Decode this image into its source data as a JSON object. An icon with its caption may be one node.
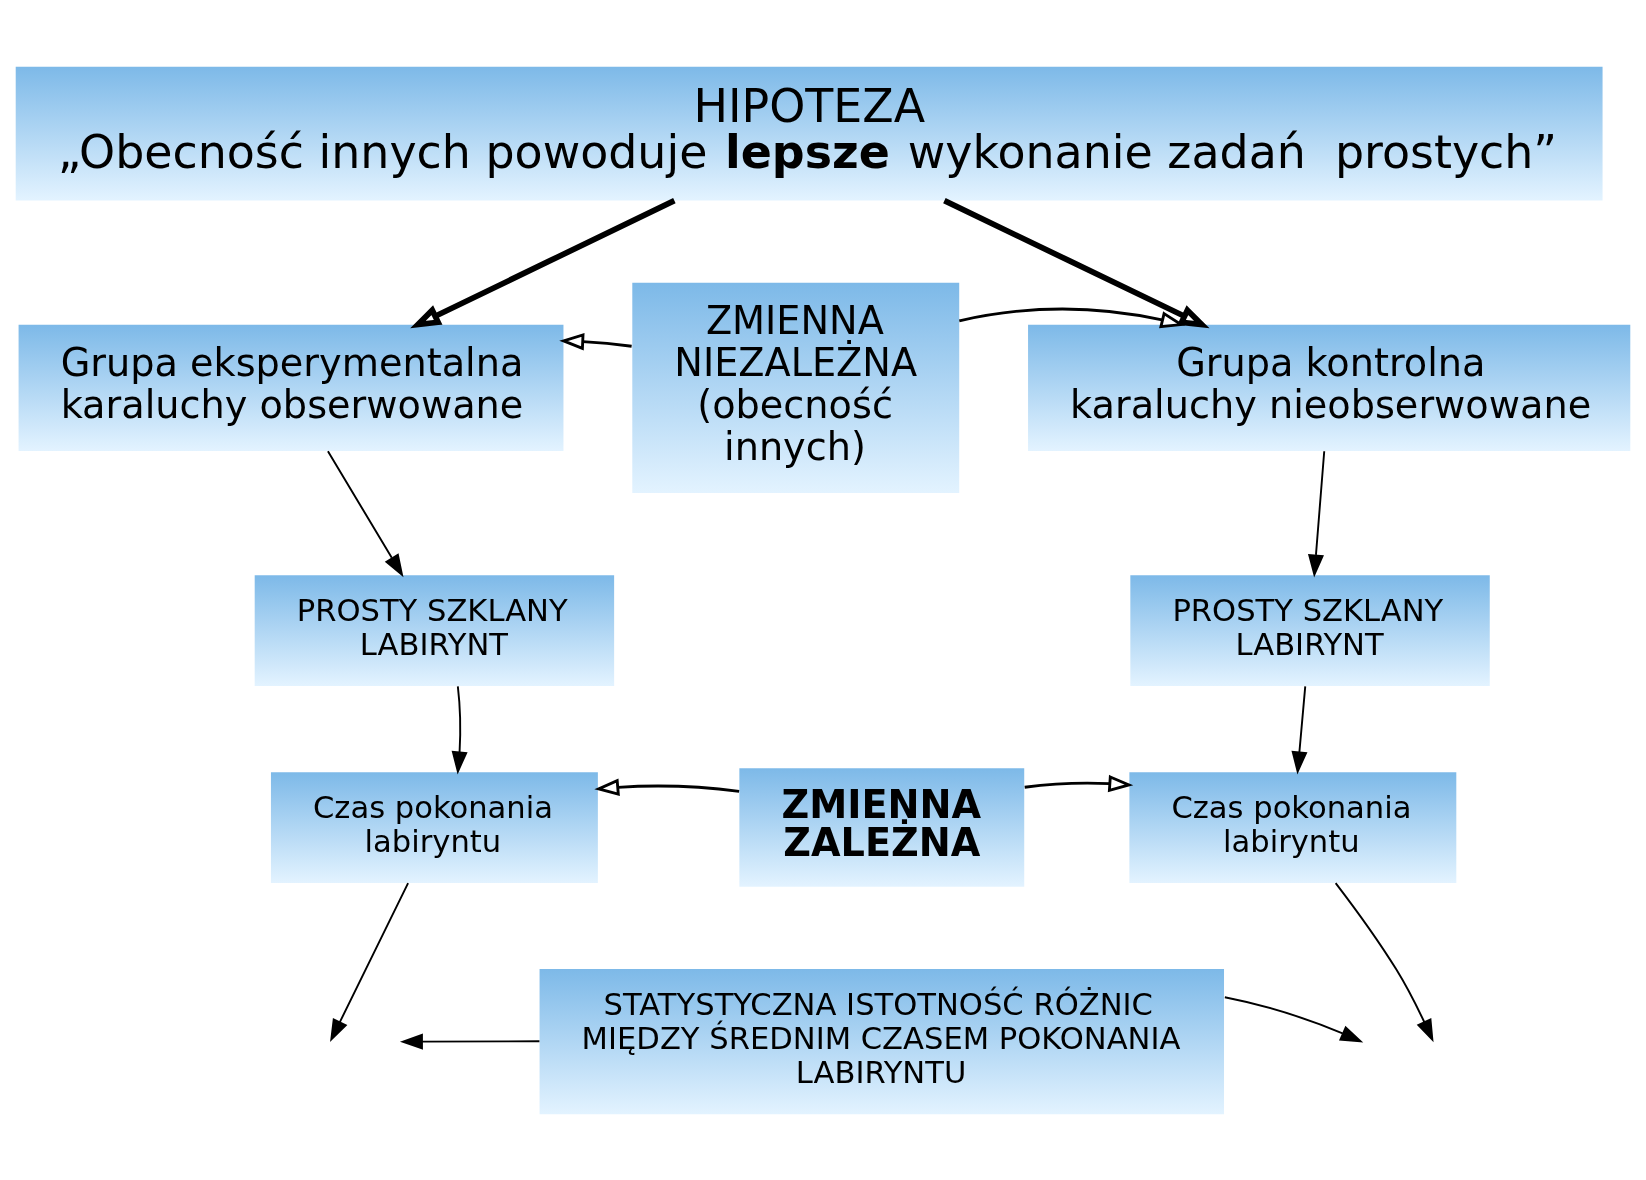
{
  "diagram": {
    "nodes": [
      {
        "text": [
          "HIPOTEZA",
          "„Obecność innych powoduje **lepsze** wykonanie zadań  prostych”"
        ]
      },
      {
        "text": [
          "Grupa eksperymentalna",
          "karaluchy obserwowane"
        ]
      },
      {
        "text": [
          "ZMIENNA NIEZALEŻNA",
          "(obecność innych)"
        ]
      },
      {
        "text": [
          "Grupa kontrolna",
          "karaluchy nieobserwowane"
        ]
      },
      {
        "text": [
          "PROSTY SZKLANY LABIRYNT"
        ]
      },
      {
        "text": [
          "PROSTY SZKLANY LABIRYNT"
        ]
      },
      {
        "text": [
          "Czas pokonania labiryntu"
        ]
      },
      {
        "text": [
          "ZMIENNA ZALEŻNA"
        ]
      },
      {
        "text": [
          "Czas pokonania labiryntu"
        ]
      },
      {
        "text": [
          "STATYSTYCZNA ISTOTNOŚĆ RÓŻNIC MIĘDZY ŚREDNIM CZASEM POKONANIA LABIRYNTU"
        ]
      }
    ],
    "edges": [
      {
        "from": 0,
        "to": 1,
        "arrow": "to",
        "style": "thick"
      },
      {
        "from": 0,
        "to": 3,
        "arrow": "to",
        "style": "thick"
      },
      {
        "from": 2,
        "to": 1,
        "arrow": "to"
      },
      {
        "from": 2,
        "to": 3,
        "arrow": "to"
      },
      {
        "from": 1,
        "to": 4,
        "arrow": "to"
      },
      {
        "from": 3,
        "to": 5,
        "arrow": "to"
      },
      {
        "from": 4,
        "to": 6,
        "arrow": "to"
      },
      {
        "from": 5,
        "to": 8,
        "arrow": "to"
      },
      {
        "from": 7,
        "to": 6,
        "arrow": "to"
      },
      {
        "from": 7,
        "to": 8,
        "arrow": "to"
      },
      {
        "from": 6,
        "to": null,
        "arrow": "to"
      },
      {
        "from": 8,
        "to": null,
        "arrow": "to"
      },
      {
        "from": 9,
        "to": null,
        "arrow": "to"
      },
      {
        "from": 9,
        "to": null,
        "arrow": "to"
      }
    ]
  }
}
